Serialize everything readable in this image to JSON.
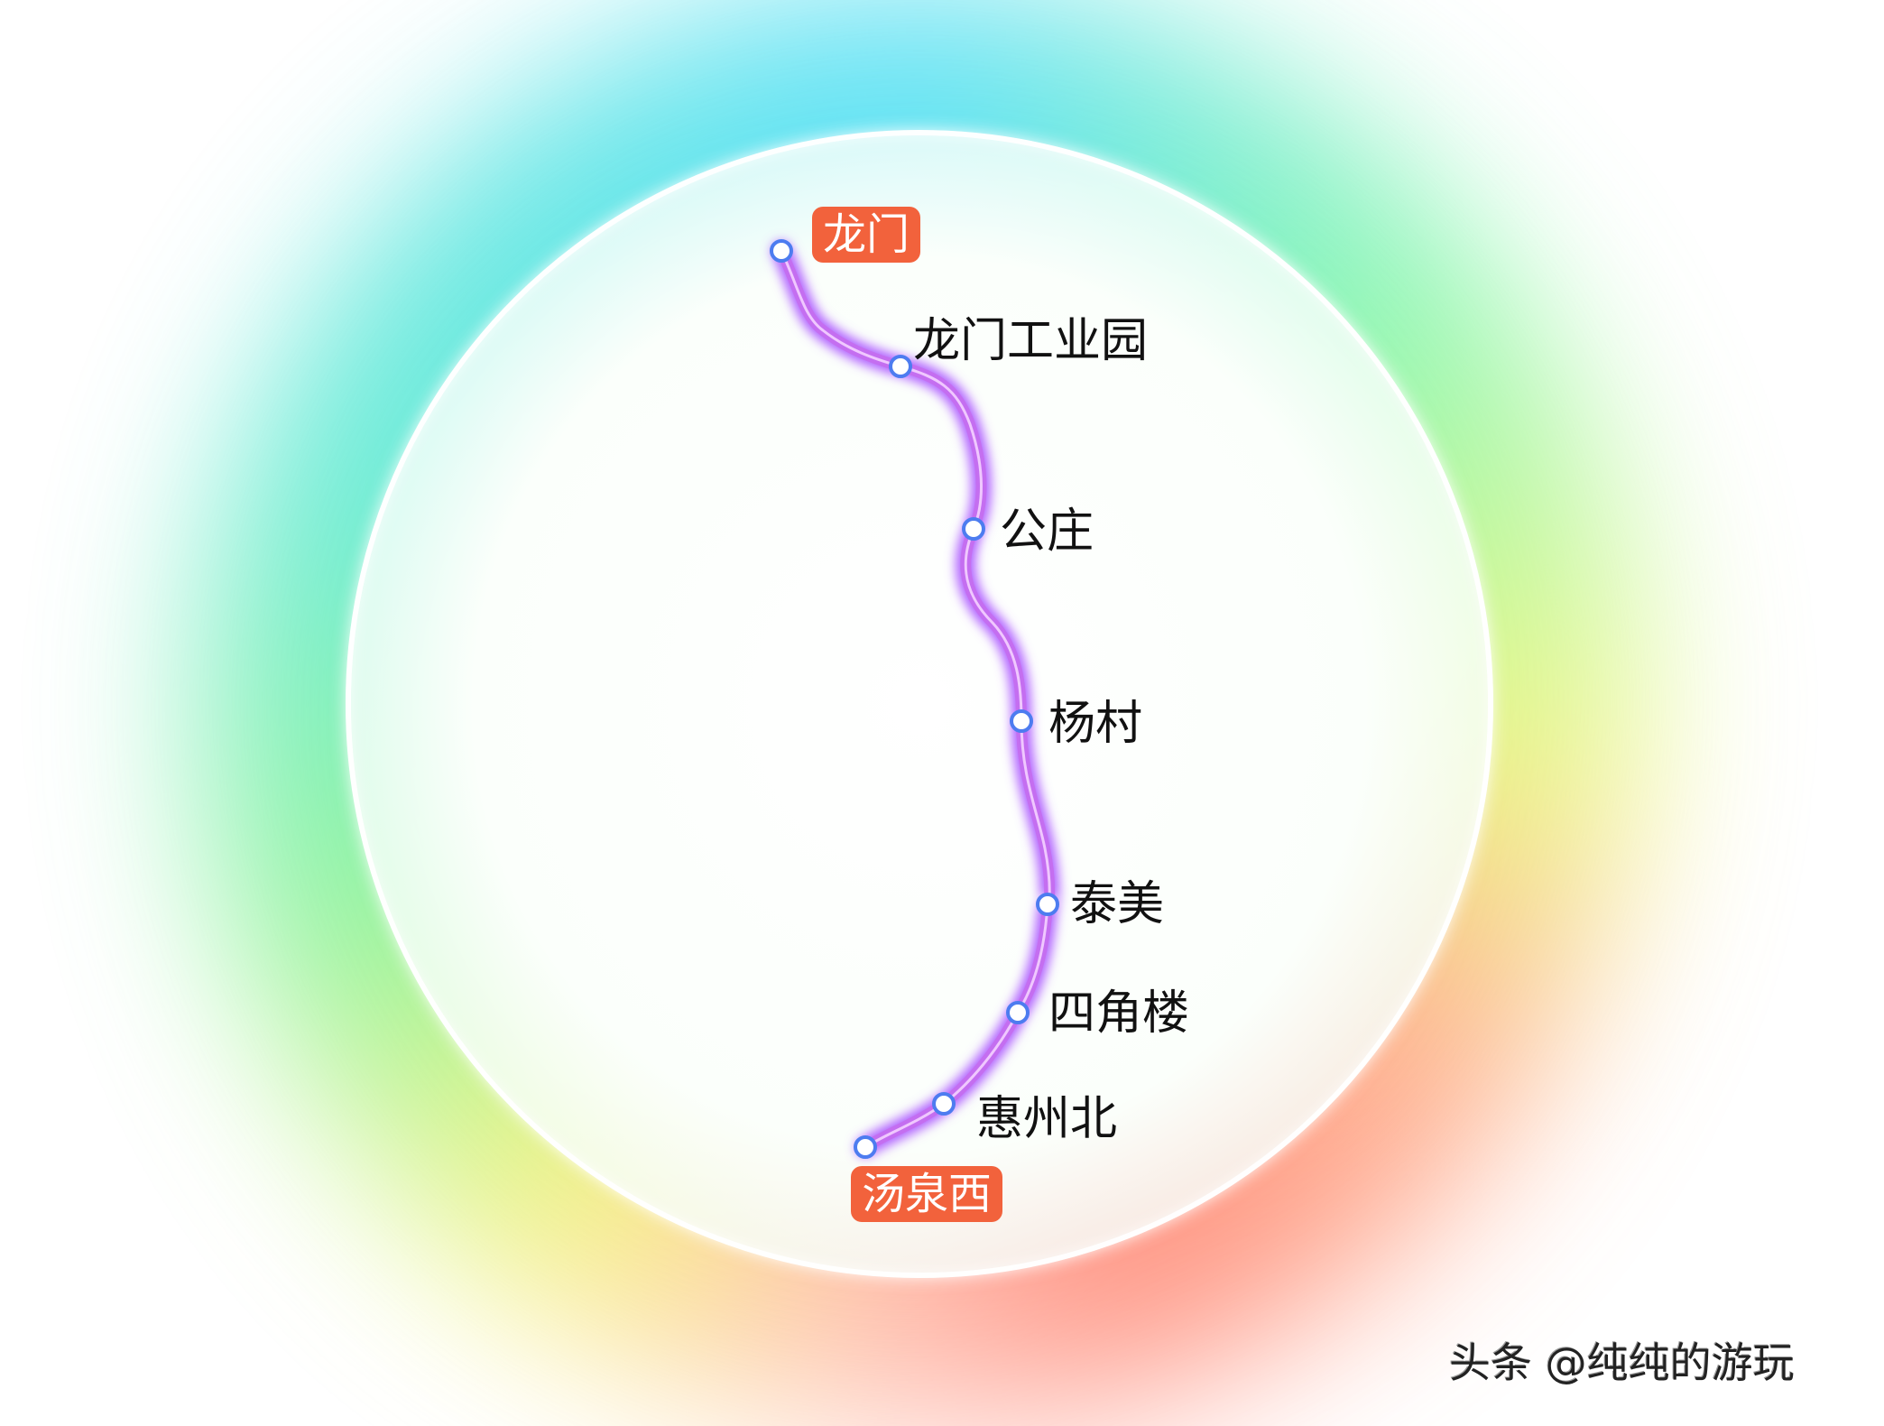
{
  "line": {
    "color": "#c46ef0",
    "terminal_badge_color": "#f2623c",
    "termini": {
      "start": "龙门",
      "end": "汤泉西"
    },
    "stations": [
      "龙门",
      "龙门工业园",
      "公庄",
      "杨村",
      "泰美",
      "四角楼",
      "惠州北",
      "汤泉西"
    ]
  },
  "watermark": "头条 @纯纯的游玩"
}
